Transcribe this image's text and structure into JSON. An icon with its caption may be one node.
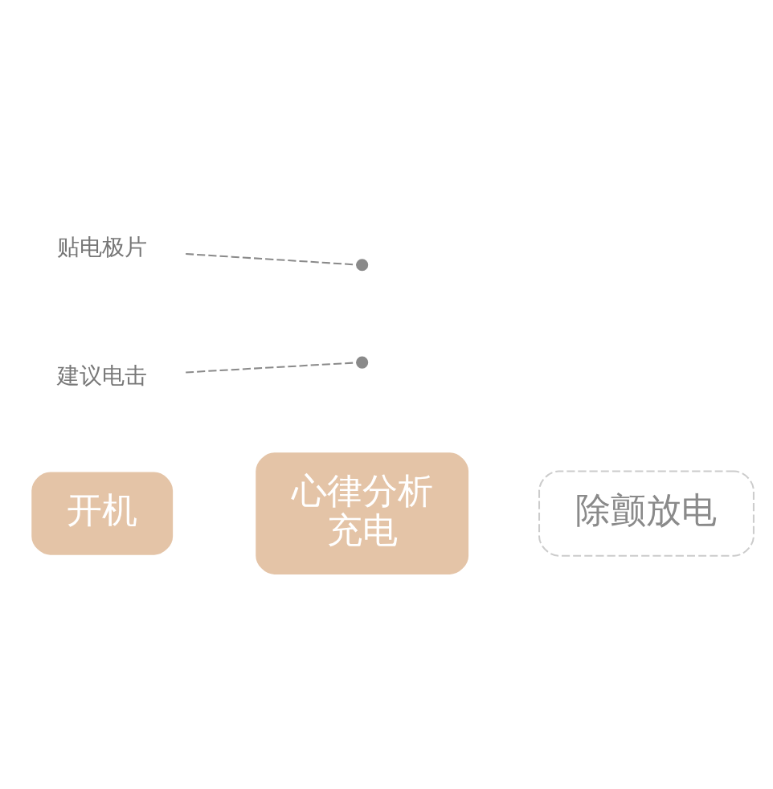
{
  "diagram": {
    "nodes": [
      {
        "text": [
          "开机"
        ]
      },
      {
        "text": [
          "心律分析",
          "充电"
        ]
      },
      {
        "text": [
          "除颤放电"
        ]
      },
      {
        "text": [
          "贴电极片"
        ]
      },
      {
        "text": [
          "建议电击"
        ]
      },
      {
        "text": [],
        "shape": "circle"
      },
      {
        "text": [],
        "shape": "circle"
      }
    ],
    "edges": [
      {
        "from": 3,
        "to": 5,
        "arrow": "none",
        "style": "dashed"
      },
      {
        "from": 4,
        "to": 6,
        "arrow": "none",
        "style": "dashed"
      }
    ]
  }
}
